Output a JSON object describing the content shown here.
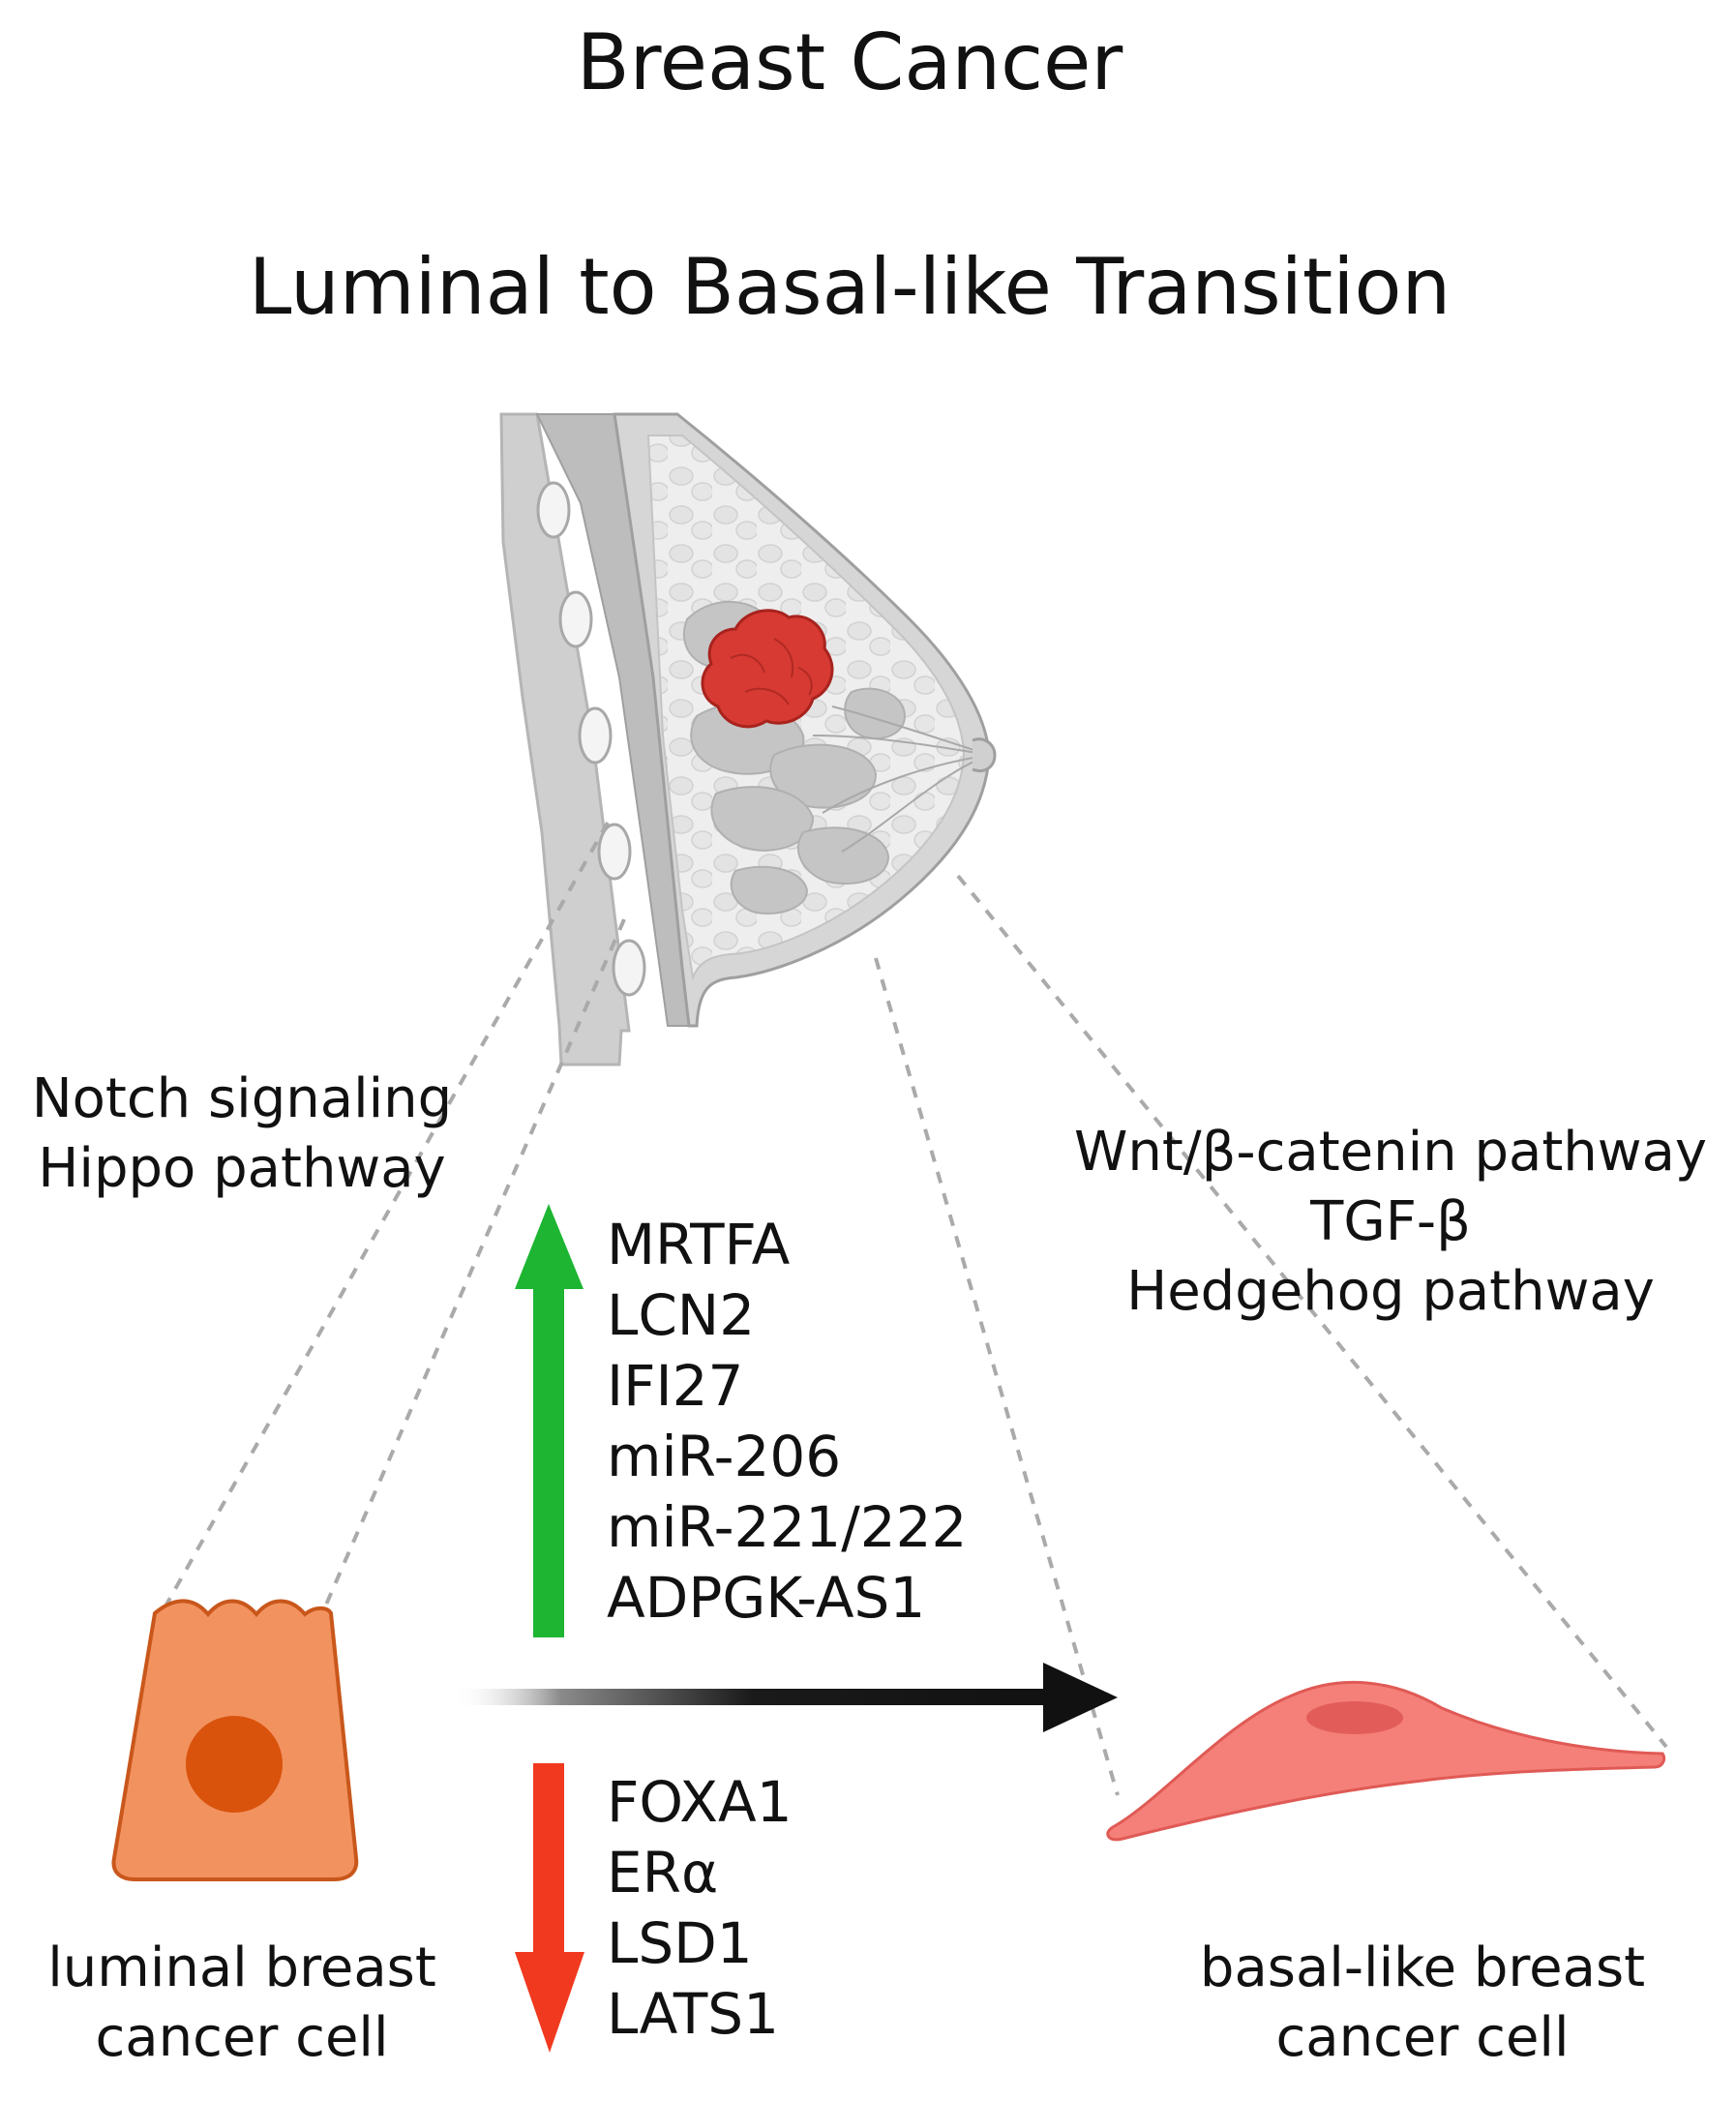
{
  "title_line1": "Breast Cancer",
  "title_line2": "Luminal to Basal-like Transition",
  "left_pathways": [
    "Notch signaling",
    "Hippo pathway"
  ],
  "right_pathways": [
    "Wnt/β-catenin pathway",
    "TGF-β",
    "Hedgehog pathway"
  ],
  "upregulated": [
    "MRTFA",
    "LCN2",
    "IFI27",
    "miR-206",
    "miR-221/222",
    "ADPGK-AS1"
  ],
  "downregulated": [
    "FOXA1",
    "ERα",
    "LSD1",
    "LATS1"
  ],
  "luminal_label": [
    "luminal breast",
    "cancer cell"
  ],
  "basal_label": [
    "basal-like breast",
    "cancer cell"
  ],
  "colors": {
    "up_arrow": "#1db532",
    "down_arrow": "#f0391f",
    "tumor": "#d63a32",
    "luminal_cell": "#f2925f",
    "luminal_nucleus": "#d9530c",
    "basal_cell": "#f48079",
    "basal_nucleus": "#e25d5a",
    "tissue": "#d9d9d9",
    "dashes": "#aaaaaa"
  }
}
